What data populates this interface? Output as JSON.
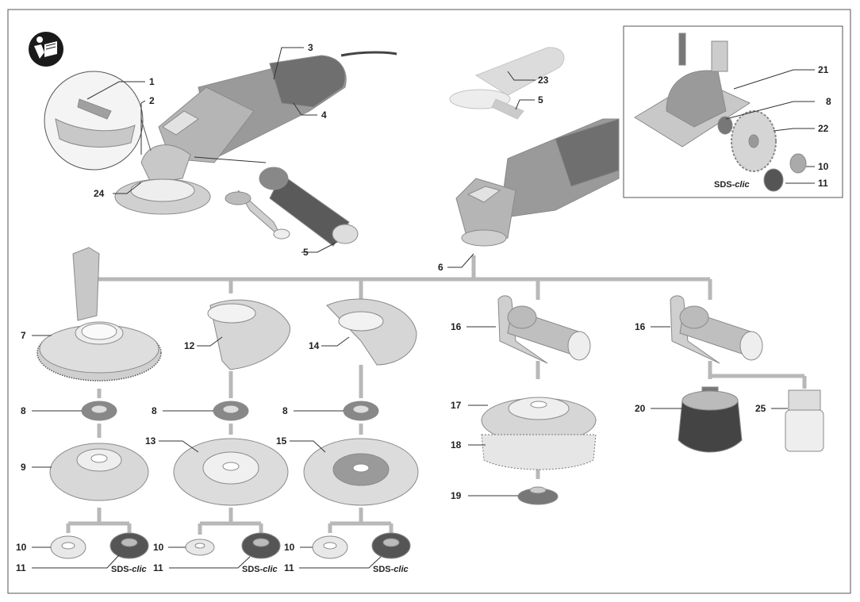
{
  "labels": {
    "l1": "1",
    "l2": "2",
    "l3": "3",
    "l4": "4",
    "l5a": "5",
    "l5b": "5",
    "l6": "6",
    "l7": "7",
    "l8a": "8",
    "l8b": "8",
    "l8c": "8",
    "l8d": "8",
    "l9": "9",
    "l10a": "10",
    "l10b": "10",
    "l10c": "10",
    "l10d": "10",
    "l11a": "11",
    "l11b": "11",
    "l11c": "11",
    "l11d": "11",
    "l12": "12",
    "l13": "13",
    "l14": "14",
    "l15": "15",
    "l16a": "16",
    "l16b": "16",
    "l17": "17",
    "l18": "18",
    "l19": "19",
    "l20": "20",
    "l21": "21",
    "l22": "22",
    "l23": "23",
    "l24": "24",
    "l25": "25"
  },
  "sds_clic": {
    "prefix": "SDS-",
    "suffix": "clic"
  },
  "icons": {
    "manual": "read-manual-icon"
  }
}
